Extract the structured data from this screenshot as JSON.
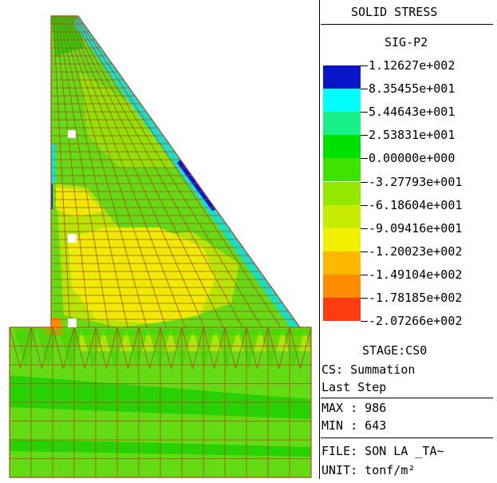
{
  "legend": {
    "title": "SOLID STRESS",
    "component": "SIG-P2",
    "ticks": [
      "1.12627e+002",
      "8.35455e+001",
      "5.44643e+001",
      "2.53831e+001",
      "0.00000e+000",
      "-3.27793e+001",
      "-6.18604e+001",
      "-9.09416e+001",
      "-1.20023e+002",
      "-1.49104e+002",
      "-1.78185e+002",
      "-2.07266e+002"
    ],
    "band_colors": [
      "#0a14c8",
      "#00ffff",
      "#18f08a",
      "#00e000",
      "#3ee400",
      "#94e800",
      "#c8ec00",
      "#f0f000",
      "#ffb800",
      "#ff8c00",
      "#ff3c10"
    ],
    "stage": "STAGE:CS0",
    "cs": "CS: Summation",
    "step": "Last Step",
    "max": "MAX : 986",
    "min": "MIN : 643",
    "file": "FILE: SON LA _TA~",
    "unit": "UNIT: tonf/m²"
  },
  "model": {
    "base_fill": "#63dc14",
    "mesh_color": "#b0482a",
    "yellow": "#ecec00",
    "lime": "#b4e600",
    "green": "#28d200",
    "cyan": "#18e0c8",
    "blue": "#0a14c8",
    "orange": "#ff8c00"
  }
}
